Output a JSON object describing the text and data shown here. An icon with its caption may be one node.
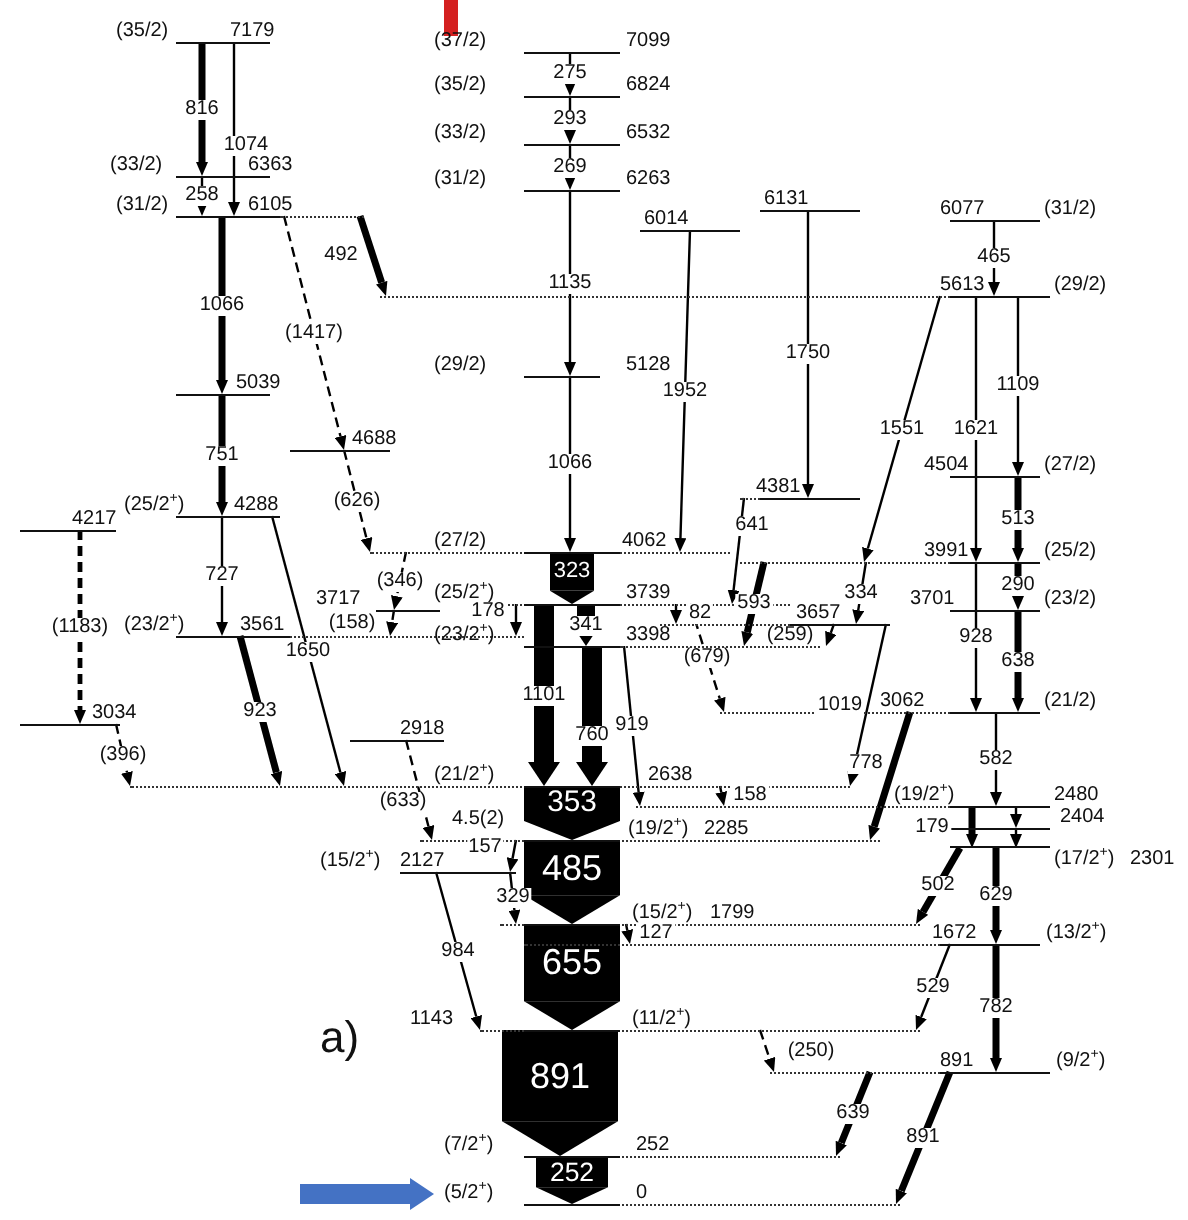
{
  "diagram": {
    "nodes": [
      {
        "text": [
          "(35/2)",
          "7179"
        ]
      },
      {
        "text": [
          "(33/2)",
          "6363"
        ]
      },
      {
        "text": [
          "(31/2)",
          "6105"
        ]
      },
      {
        "text": [
          "5039"
        ]
      },
      {
        "text": [
          "4688"
        ]
      },
      {
        "text": [
          "(25/2$^{+}$)",
          "4288"
        ]
      },
      {
        "text": [
          "4217"
        ]
      },
      {
        "text": [
          "3717"
        ]
      },
      {
        "text": [
          "(23/2$^{+}$)",
          "3561"
        ]
      },
      {
        "text": [
          "3034"
        ]
      },
      {
        "text": [
          "2918"
        ]
      },
      {
        "text": [
          "(15/2$^{+}$)",
          "2127"
        ]
      },
      {
        "text": [
          "(37/2)",
          "7099"
        ]
      },
      {
        "text": [
          "(35/2)",
          "6824"
        ]
      },
      {
        "text": [
          "(33/2)",
          "6532"
        ]
      },
      {
        "text": [
          "(31/2)",
          "6263"
        ]
      },
      {
        "text": [
          "(29/2)",
          "5128"
        ]
      },
      {
        "text": [
          "(27/2)",
          "4062"
        ]
      },
      {
        "text": [
          "(25/2$^{+}$)",
          "3739"
        ]
      },
      {
        "text": [
          "(23/2$^{+}$)",
          "3398"
        ]
      },
      {
        "text": [
          "(21/2$^{+}$)",
          "2638"
        ]
      },
      {
        "text": [
          "(19/2$^{+}$)",
          "2285"
        ],
        "beside": [
          "4.5(2)"
        ]
      },
      {
        "text": [
          "(15/2$^{+}$)",
          "1799"
        ]
      },
      {
        "text": [
          "1143",
          "(11/2$^{+}$)"
        ]
      },
      {
        "text": [
          "(7/2$^{+}$)",
          "252"
        ]
      },
      {
        "text": [
          "(5/2$^{+}$)",
          "0"
        ]
      },
      {
        "text": [
          "6014"
        ]
      },
      {
        "text": [
          "6131"
        ]
      },
      {
        "text": [
          "6077",
          "(31/2)"
        ]
      },
      {
        "text": [
          "5613",
          "(29/2)"
        ]
      },
      {
        "text": [
          "4504",
          "(27/2)"
        ]
      },
      {
        "text": [
          "4381"
        ]
      },
      {
        "text": [
          "3991",
          "(25/2)"
        ]
      },
      {
        "text": [
          "3701",
          "(23/2)"
        ]
      },
      {
        "text": [
          "3657"
        ]
      },
      {
        "text": [
          "3062",
          "(21/2)"
        ]
      },
      {
        "text": [
          "(19/2$^{+}$)",
          "2480"
        ]
      },
      {
        "text": [
          "2404"
        ]
      },
      {
        "text": [
          "(17/2$^{+}$)",
          "2301"
        ]
      },
      {
        "text": [
          "1672",
          "(13/2$^{+}$)"
        ]
      },
      {
        "text": [
          "891",
          "(9/2$^{+}$)"
        ]
      }
    ],
    "edges": [
      {
        "from": 0,
        "to": 1,
        "arrow": "to",
        "label": "816",
        "style": "thick"
      },
      {
        "from": 0,
        "to": 2,
        "arrow": "to",
        "label": "1074"
      },
      {
        "from": 1,
        "to": 2,
        "arrow": "to",
        "label": "258"
      },
      {
        "from": 2,
        "to": 3,
        "arrow": "to",
        "label": "1066",
        "style": "thick"
      },
      {
        "from": 2,
        "to": 4,
        "arrow": "to",
        "label": "(1417)",
        "style": "dashed"
      },
      {
        "from": 2,
        "to": 29,
        "arrow": "to",
        "label": "492",
        "style": "thick"
      },
      {
        "from": 3,
        "to": 5,
        "arrow": "to",
        "label": "751",
        "style": "thick"
      },
      {
        "from": 4,
        "to": 17,
        "arrow": "to",
        "label": "(626)",
        "style": "dashed"
      },
      {
        "from": 5,
        "to": 8,
        "arrow": "to",
        "label": "727"
      },
      {
        "from": 5,
        "to": 20,
        "arrow": "to",
        "label": "1650"
      },
      {
        "from": 6,
        "to": 9,
        "arrow": "to",
        "label": "(1183)",
        "style": "dashed"
      },
      {
        "from": 8,
        "to": 20,
        "arrow": "to",
        "label": "923",
        "style": "thick"
      },
      {
        "from": 9,
        "to": 20,
        "arrow": "to",
        "label": "(396)",
        "style": "dashed"
      },
      {
        "from": 10,
        "to": 21,
        "arrow": "to",
        "label": "(633)",
        "style": "dashed"
      },
      {
        "from": 12,
        "to": 13,
        "arrow": "to",
        "label": "275"
      },
      {
        "from": 13,
        "to": 14,
        "arrow": "to",
        "label": "293"
      },
      {
        "from": 14,
        "to": 15,
        "arrow": "to",
        "label": "269"
      },
      {
        "from": 15,
        "to": 16,
        "arrow": "to",
        "label": "1135"
      },
      {
        "from": 16,
        "to": 17,
        "arrow": "to",
        "label": "1066"
      },
      {
        "from": 17,
        "to": 18,
        "arrow": "to",
        "label": "323",
        "style": "thick"
      },
      {
        "from": 17,
        "to": 7,
        "arrow": "to",
        "label": "(346)",
        "style": "dashed"
      },
      {
        "from": 7,
        "to": 8,
        "arrow": "to",
        "label": "(158)",
        "style": "dashed"
      },
      {
        "from": 18,
        "to": 8,
        "arrow": "to",
        "label": "178"
      },
      {
        "from": 18,
        "to": 19,
        "arrow": "to",
        "label": "341",
        "style": "thick"
      },
      {
        "from": 18,
        "to": 34,
        "arrow": "to",
        "label": "82"
      },
      {
        "from": 18,
        "to": 20,
        "arrow": "to",
        "label": "1101",
        "style": "thick"
      },
      {
        "from": 19,
        "to": 20,
        "arrow": "to",
        "label": "760",
        "style": "thick"
      },
      {
        "from": 19,
        "to": 36,
        "arrow": "to",
        "label": "919"
      },
      {
        "from": 20,
        "to": 36,
        "arrow": "to",
        "label": "158"
      },
      {
        "from": 20,
        "to": 21,
        "arrow": "to",
        "label": "353",
        "style": "thick"
      },
      {
        "from": 21,
        "to": 11,
        "arrow": "to",
        "label": "157"
      },
      {
        "from": 11,
        "to": 22,
        "arrow": "to",
        "label": "329"
      },
      {
        "from": 21,
        "to": 22,
        "arrow": "to",
        "label": "485",
        "style": "thick"
      },
      {
        "from": 22,
        "to": 39,
        "arrow": "to",
        "label": "127"
      },
      {
        "from": 22,
        "to": 23,
        "arrow": "to",
        "label": "655",
        "style": "thick"
      },
      {
        "from": 11,
        "to": 23,
        "arrow": "to",
        "label": "984"
      },
      {
        "from": 23,
        "to": 24,
        "arrow": "to",
        "label": "891",
        "style": "thick"
      },
      {
        "from": 24,
        "to": 25,
        "arrow": "to",
        "label": "252",
        "style": "thick"
      },
      {
        "from": 26,
        "to": 17,
        "arrow": "to",
        "label": "1952"
      },
      {
        "from": 27,
        "to": 31,
        "arrow": "to",
        "label": "1750"
      },
      {
        "from": 31,
        "to": 18,
        "arrow": "to",
        "label": "641"
      },
      {
        "from": 29,
        "to": 32,
        "arrow": "to",
        "label": "1551"
      },
      {
        "from": 29,
        "to": 32,
        "arrow": "to",
        "label": "1621"
      },
      {
        "from": 29,
        "to": 30,
        "arrow": "to",
        "label": "1109"
      },
      {
        "from": 28,
        "to": 29,
        "arrow": "to",
        "label": "465"
      },
      {
        "from": 30,
        "to": 32,
        "arrow": "to",
        "label": "513",
        "style": "thick"
      },
      {
        "from": 32,
        "to": 33,
        "arrow": "to",
        "label": "290",
        "style": "thick"
      },
      {
        "from": 32,
        "to": 34,
        "arrow": "to",
        "label": "334"
      },
      {
        "from": 32,
        "to": 35,
        "arrow": "to",
        "label": "928"
      },
      {
        "from": 33,
        "to": 35,
        "arrow": "to",
        "label": "638",
        "style": "thick"
      },
      {
        "from": 32,
        "to": 19,
        "arrow": "to",
        "label": "593",
        "style": "thick"
      },
      {
        "from": 18,
        "to": 35,
        "arrow": "to",
        "label": "(679)",
        "style": "dashed"
      },
      {
        "from": 34,
        "to": 19,
        "arrow": "to",
        "label": "(259)",
        "style": "dashed"
      },
      {
        "from": 34,
        "to": 20,
        "arrow": "to",
        "label": "1019"
      },
      {
        "from": 35,
        "to": 21,
        "arrow": "to",
        "label": "778",
        "style": "thick"
      },
      {
        "from": 35,
        "to": 36,
        "arrow": "to",
        "label": "582"
      },
      {
        "from": 36,
        "to": 38,
        "arrow": "to",
        "label": "179",
        "style": "thick"
      },
      {
        "from": 36,
        "to": 37,
        "arrow": "to"
      },
      {
        "from": 37,
        "to": 38,
        "arrow": "to"
      },
      {
        "from": 38,
        "to": 22,
        "arrow": "to",
        "label": "502",
        "style": "thick"
      },
      {
        "from": 38,
        "to": 39,
        "arrow": "to",
        "label": "629",
        "style": "thick"
      },
      {
        "from": 39,
        "to": 23,
        "arrow": "to",
        "label": "529"
      },
      {
        "from": 39,
        "to": 40,
        "arrow": "to",
        "label": "782",
        "style": "thick"
      },
      {
        "from": 23,
        "to": 40,
        "arrow": "to",
        "label": "(250)",
        "style": "dashed"
      },
      {
        "from": 40,
        "to": 24,
        "arrow": "to",
        "label": "639",
        "style": "thick"
      },
      {
        "from": 40,
        "to": 25,
        "arrow": "to",
        "label": "891",
        "style": "thick"
      },
      {
        "from": null,
        "to": 25,
        "arrow": "to",
        "style": "thick",
        "color": "#4472c4"
      }
    ],
    "labels": [
      "a)"
    ]
  }
}
